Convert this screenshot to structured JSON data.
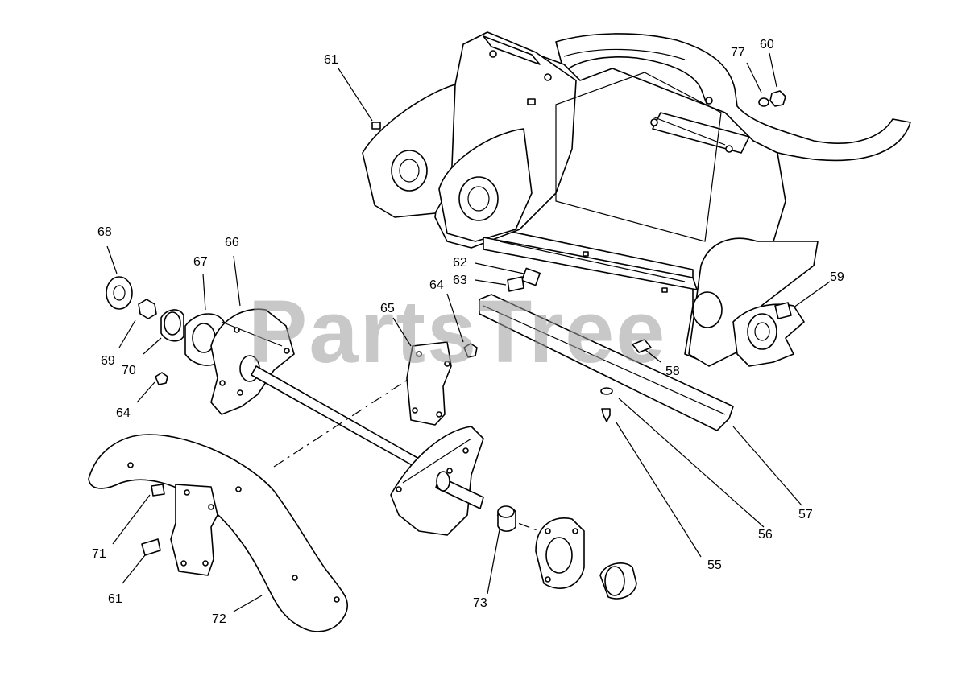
{
  "watermark": "PartsTree",
  "callouts": [
    "61",
    "77",
    "60",
    "68",
    "66",
    "67",
    "62",
    "63",
    "64",
    "65",
    "59",
    "69",
    "70",
    "64",
    "58",
    "57",
    "56",
    "55",
    "71",
    "61",
    "72",
    "73"
  ]
}
